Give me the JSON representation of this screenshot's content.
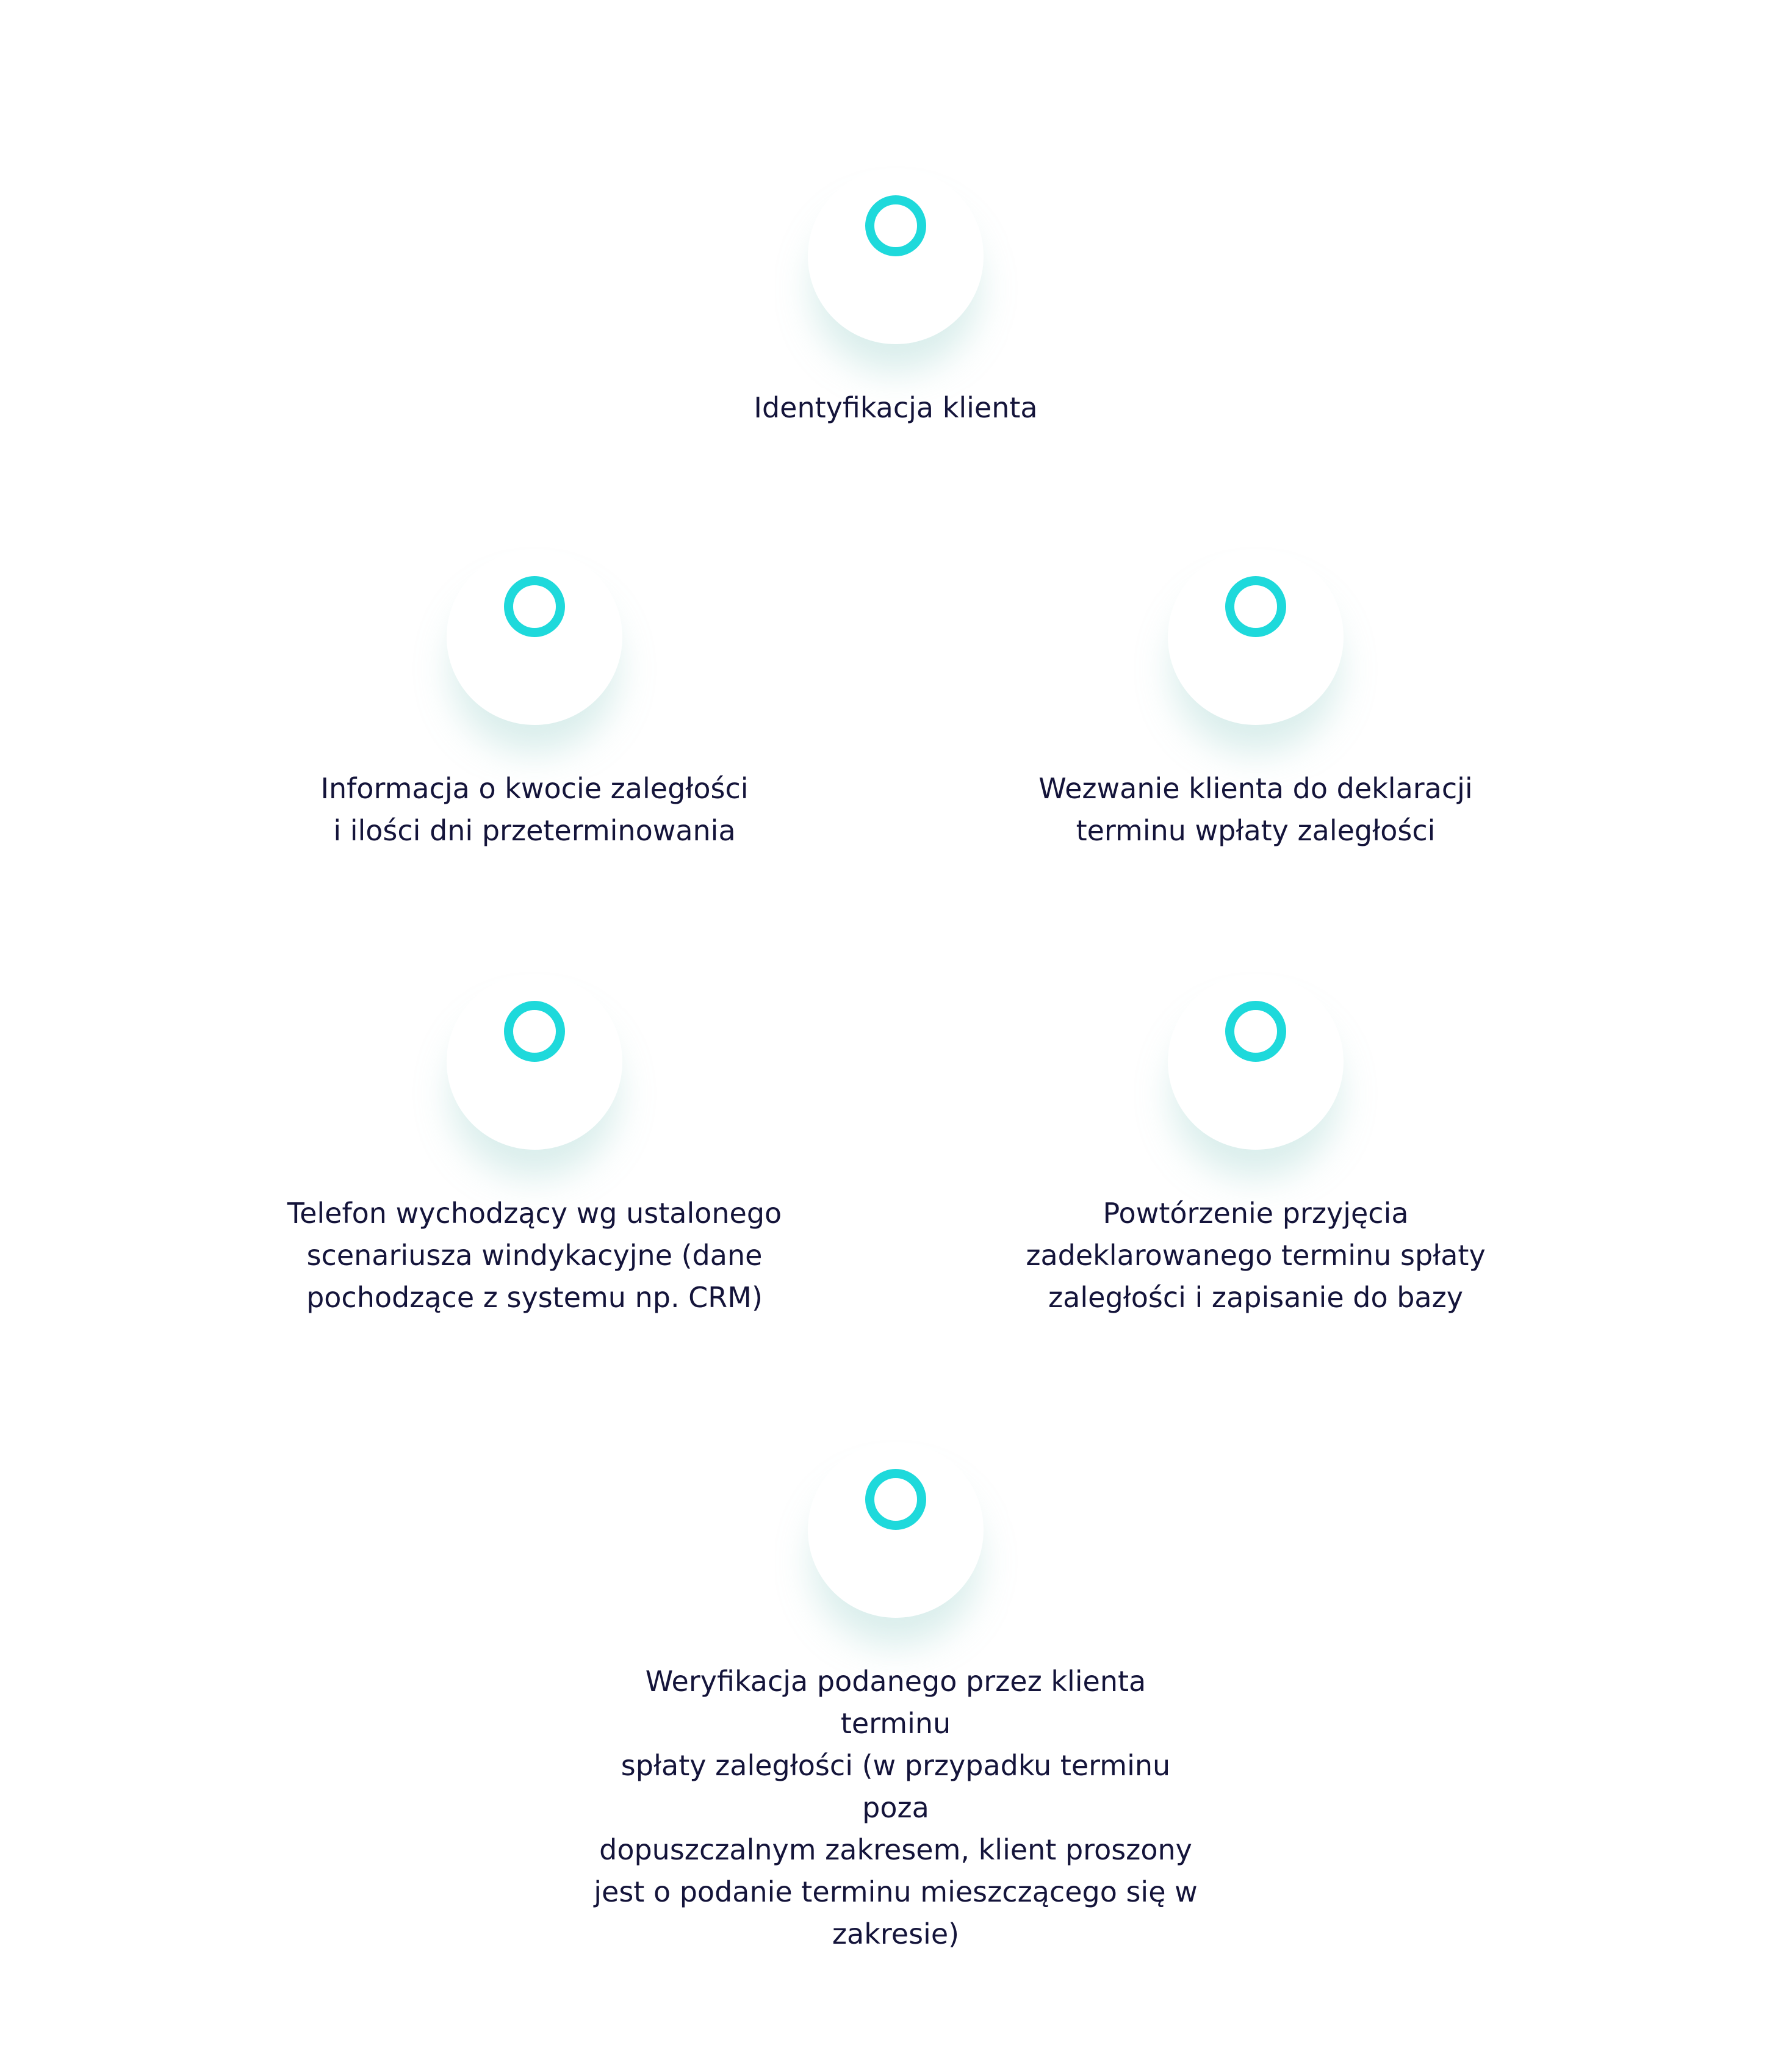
{
  "accent_color": "#1ed9db",
  "text_color": "#14143a",
  "node_icon": "ring-icon",
  "steps": [
    {
      "label": "Identyfikacja klienta"
    },
    {
      "label": "Informacja o kwocie zaległości\n i ilości dni przeterminowania"
    },
    {
      "label": "Wezwanie klienta do deklaracji\nterminu wpłaty zaległości"
    },
    {
      "label": "Telefon wychodzący wg ustalonego\nscenariusza windykacyjne (dane\npochodzące z systemu np. CRM)"
    },
    {
      "label": "Powtórzenie przyjęcia\nzadeklarowanego terminu spłaty\nzaległości i zapisanie do bazy"
    },
    {
      "label": "Weryfikacja podanego przez klienta terminu\nspłaty zaległości (w przypadku terminu poza\ndopuszczalnym zakresem, klient proszony\njest o podanie terminu mieszczącego się w\nzakresie)"
    }
  ]
}
